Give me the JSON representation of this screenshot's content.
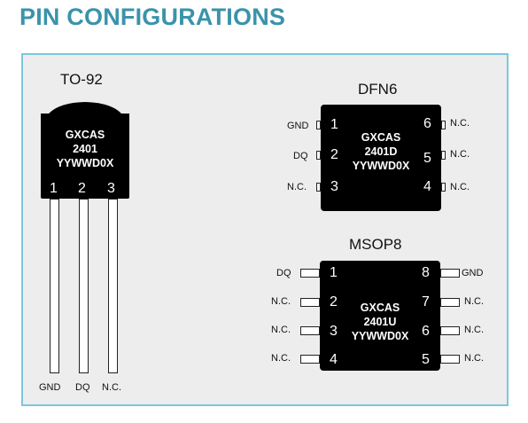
{
  "title": "PIN CONFIGURATIONS",
  "to92": {
    "name": "TO-92",
    "marking": [
      "GXCAS",
      "2401",
      "YYWWD0X"
    ],
    "pins": [
      {
        "num": "1",
        "label": "GND"
      },
      {
        "num": "2",
        "label": "DQ"
      },
      {
        "num": "3",
        "label": "N.C."
      }
    ]
  },
  "dfn6": {
    "name": "DFN6",
    "marking": [
      "GXCAS",
      "2401D",
      "YYWWD0X"
    ],
    "left_pins": [
      {
        "num": "1",
        "label": "GND"
      },
      {
        "num": "2",
        "label": "DQ"
      },
      {
        "num": "3",
        "label": "N.C."
      }
    ],
    "right_pins": [
      {
        "num": "6",
        "label": "N.C."
      },
      {
        "num": "5",
        "label": "N.C."
      },
      {
        "num": "4",
        "label": "N.C."
      }
    ]
  },
  "msop8": {
    "name": "MSOP8",
    "marking": [
      "GXCAS",
      "2401U",
      "YYWWD0X"
    ],
    "left_pins": [
      {
        "num": "1",
        "label": "DQ"
      },
      {
        "num": "2",
        "label": "N.C."
      },
      {
        "num": "3",
        "label": "N.C."
      },
      {
        "num": "4",
        "label": "N.C."
      }
    ],
    "right_pins": [
      {
        "num": "8",
        "label": "GND"
      },
      {
        "num": "7",
        "label": "N.C."
      },
      {
        "num": "6",
        "label": "N.C."
      },
      {
        "num": "5",
        "label": "N.C."
      }
    ]
  }
}
